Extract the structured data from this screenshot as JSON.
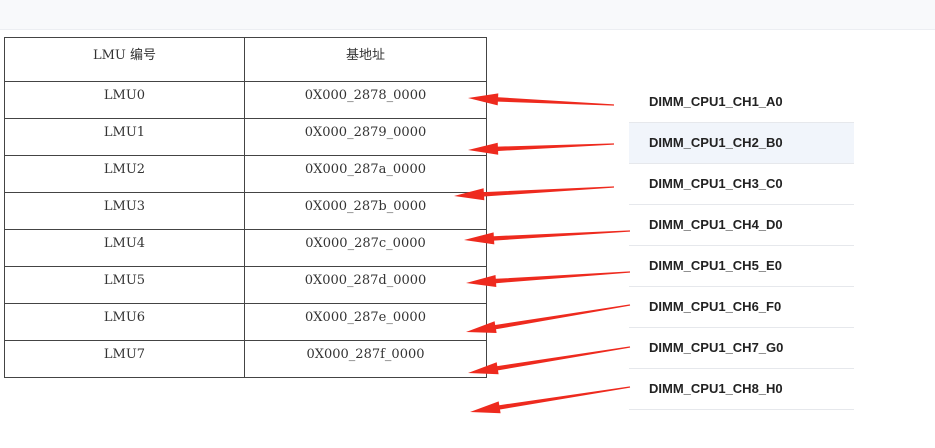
{
  "table": {
    "headers": [
      "LMU 编号",
      "基地址"
    ],
    "rows": [
      [
        "LMU0",
        "0X000_2878_0000"
      ],
      [
        "LMU1",
        "0X000_2879_0000"
      ],
      [
        "LMU2",
        "0X000_287a_0000"
      ],
      [
        "LMU3",
        "0X000_287b_0000"
      ],
      [
        "LMU4",
        "0X000_287c_0000"
      ],
      [
        "LMU5",
        "0X000_287d_0000"
      ],
      [
        "LMU6",
        "0X000_287e_0000"
      ],
      [
        "LMU7",
        "0X000_287f_0000"
      ]
    ]
  },
  "dimm_list": {
    "selected_index": 1,
    "items": [
      "DIMM_CPU1_CH1_A0",
      "DIMM_CPU1_CH2_B0",
      "DIMM_CPU1_CH3_C0",
      "DIMM_CPU1_CH4_D0",
      "DIMM_CPU1_CH5_E0",
      "DIMM_CPU1_CH6_F0",
      "DIMM_CPU1_CH7_G0",
      "DIMM_CPU1_CH8_H0"
    ]
  },
  "arrow_color": "#ee2a1e"
}
